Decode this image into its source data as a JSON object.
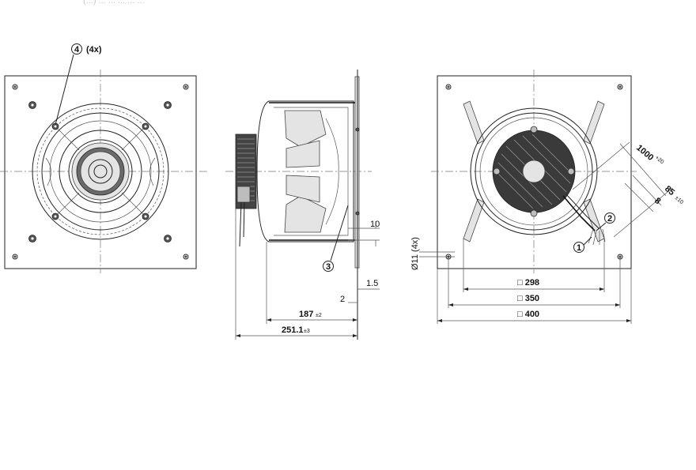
{
  "header_text": "(...) ... ... ... ... ...",
  "callouts": {
    "c4": "4",
    "c4_qty": "(4x)",
    "c3": "3",
    "c1": "1",
    "c2": "2"
  },
  "side_view": {
    "dim_10": "10",
    "dim_1_5": "1.5",
    "dim_2": "2",
    "dim_187": "187",
    "dim_187_tol": "±2",
    "dim_251": "251.1",
    "dim_251_tol": "±3"
  },
  "rear_view": {
    "hole_dia": "Ø11 (4x)",
    "cable_len": "1000",
    "cable_len_tol": "+20",
    "strip_len": "85",
    "strip_len_tol": "±10",
    "strip_end": "8",
    "sq_298": "□ 298",
    "sq_350": "□ 350",
    "sq_400": "□ 400"
  }
}
